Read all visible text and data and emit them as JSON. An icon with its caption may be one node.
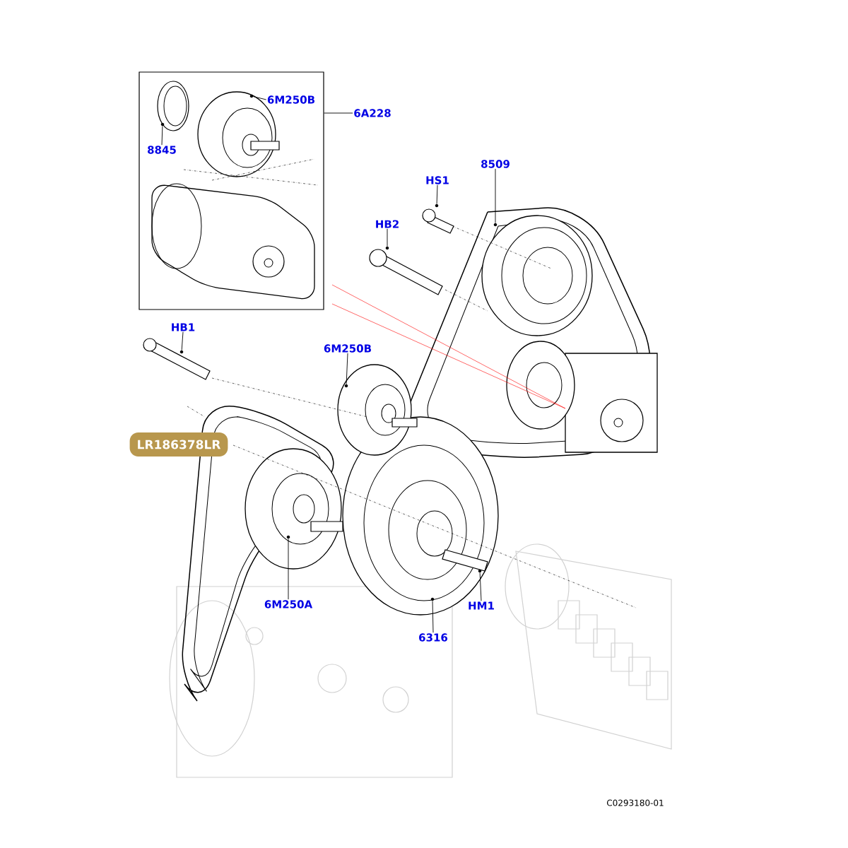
{
  "diagram": {
    "nodes": [
      {
        "text": [],
        "shape": "box"
      },
      {
        "text": [
          "6M250B"
        ],
        "in": 0
      },
      {
        "text": [
          "8845"
        ],
        "in": 0
      },
      {
        "text": [
          "6A228"
        ]
      },
      {
        "text": [
          "HS1"
        ]
      },
      {
        "text": [
          "8509"
        ]
      },
      {
        "text": [
          "HB2"
        ]
      },
      {
        "text": [
          "HB1"
        ]
      },
      {
        "text": [
          "6M250B"
        ]
      },
      {
        "text": [
          "6M250A"
        ]
      },
      {
        "text": [
          "HM1"
        ]
      },
      {
        "text": [
          "6316"
        ]
      },
      {
        "text": [],
        "shape": "dot",
        "in": 0
      },
      {
        "text": [],
        "shape": "dot",
        "in": 0
      },
      {
        "text": [],
        "shape": "dot"
      },
      {
        "text": [],
        "shape": "dot"
      },
      {
        "text": [],
        "shape": "dot"
      },
      {
        "text": [],
        "shape": "dot"
      },
      {
        "text": [],
        "shape": "dot"
      },
      {
        "text": [],
        "shape": "dot"
      },
      {
        "text": [],
        "shape": "dot"
      },
      {
        "text": [],
        "shape": "dot"
      }
    ],
    "edges": [
      {
        "from": 1,
        "to": 12,
        "arrow": "none"
      },
      {
        "from": 2,
        "to": 13,
        "arrow": "none"
      },
      {
        "from": 3,
        "to": 0,
        "arrow": "none"
      },
      {
        "from": 4,
        "to": 14,
        "arrow": "none"
      },
      {
        "from": 5,
        "to": 15,
        "arrow": "none"
      },
      {
        "from": 6,
        "to": 16,
        "arrow": "none"
      },
      {
        "from": 7,
        "to": 17,
        "arrow": "none"
      },
      {
        "from": 8,
        "to": 18,
        "arrow": "none"
      },
      {
        "from": 9,
        "to": 19,
        "arrow": "none"
      },
      {
        "from": 10,
        "to": 20,
        "arrow": "none"
      },
      {
        "from": 11,
        "to": 21,
        "arrow": "none"
      }
    ],
    "labels": [
      "LR186378LR",
      "C0293180-01"
    ]
  }
}
